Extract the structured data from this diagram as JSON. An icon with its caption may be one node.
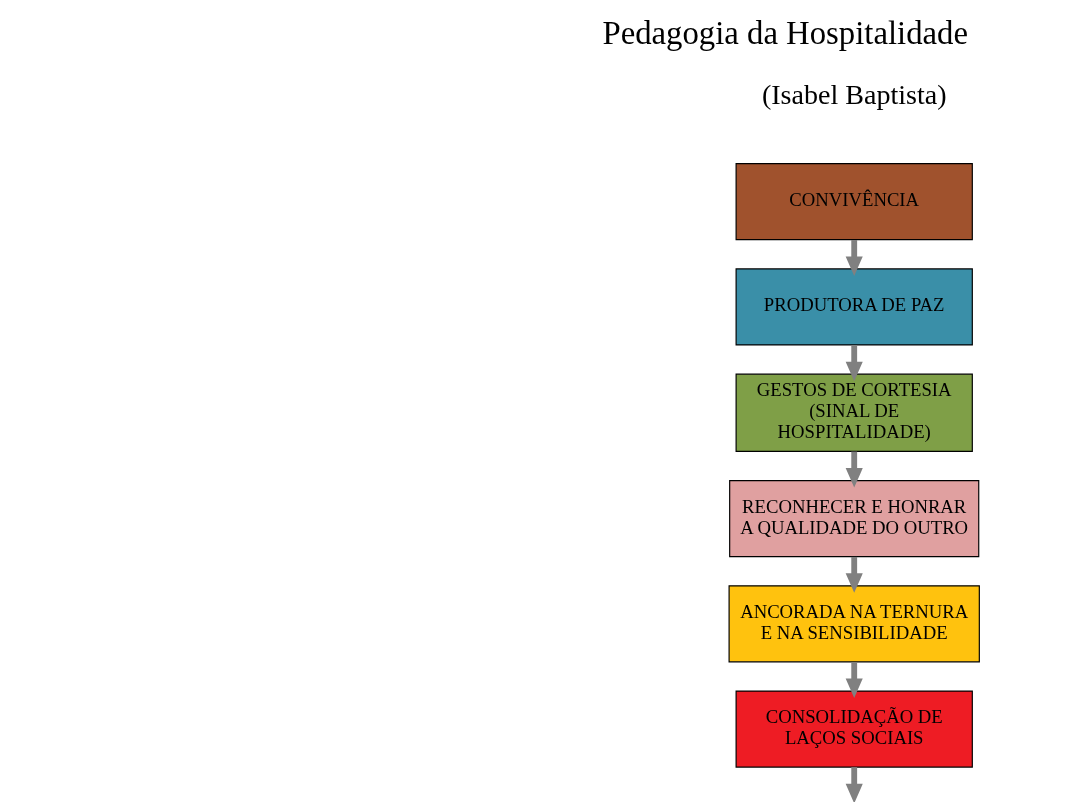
{
  "diagram": {
    "title": "Pedagogia da Hospitalidade",
    "nodes": [
      {
        "text": [
          "CONVIVÊNCIA"
        ]
      },
      {
        "text": [
          "PRODUTORA DE PAZ"
        ]
      },
      {
        "text": [
          "GESTOS DE CORTESIA (SINAL DE HOSPITALIDADE)"
        ]
      },
      {
        "text": [
          "RECONHECER E HONRAR A QUALIDADE DO OUTRO"
        ]
      },
      {
        "text": [
          "ANCORADA NA TERNURA E NA SENSIBILIDADE"
        ]
      },
      {
        "text": [
          "CONSOLIDAÇÃO DE LAÇOS SOCIAIS"
        ]
      }
    ],
    "edges": [
      {
        "from": 0,
        "to": 1,
        "arrow": "to"
      },
      {
        "from": 1,
        "to": 2,
        "arrow": "to"
      },
      {
        "from": 2,
        "to": 3,
        "arrow": "to"
      },
      {
        "from": 3,
        "to": 4,
        "arrow": "to"
      },
      {
        "from": 4,
        "to": 5,
        "arrow": "to"
      },
      {
        "from": 5,
        "to": null,
        "arrow": "to"
      }
    ],
    "labels": [
      "(Isabel Baptista)"
    ]
  }
}
